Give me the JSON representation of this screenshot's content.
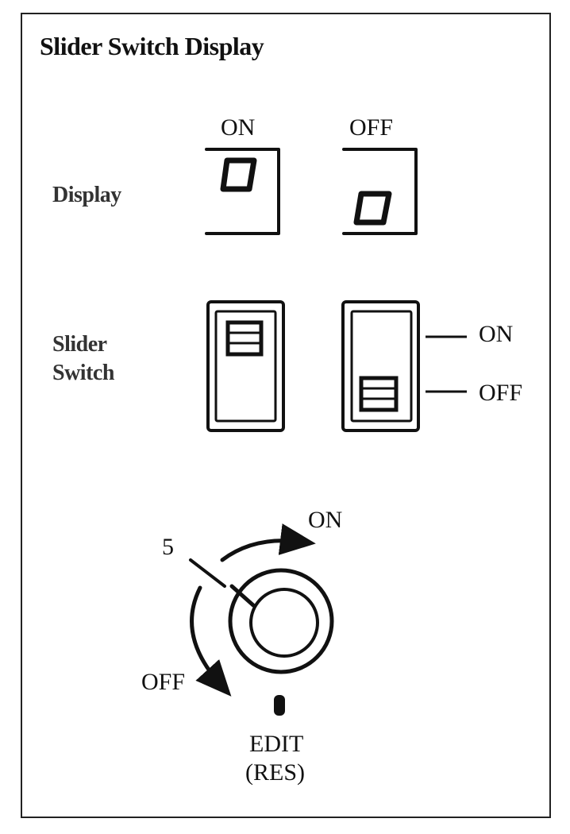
{
  "title": "Slider Switch Display",
  "display_row": {
    "label": "Display",
    "on_caption": "ON",
    "off_caption": "OFF"
  },
  "slider_row": {
    "label_line1": "Slider",
    "label_line2": "Switch",
    "on_marker": "ON",
    "off_marker": "OFF"
  },
  "dial": {
    "number_label": "5",
    "on_label": "ON",
    "off_label": "OFF",
    "edit_label": "EDIT",
    "res_label": "(RES)"
  }
}
